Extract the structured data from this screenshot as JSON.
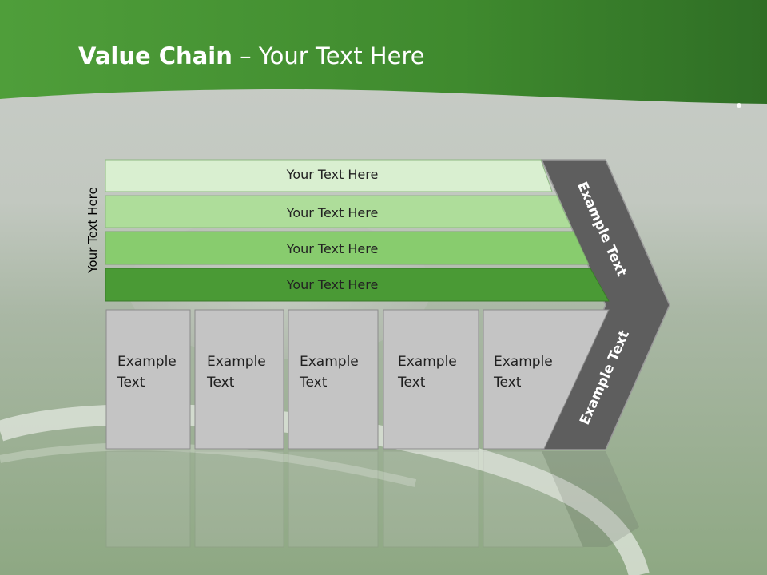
{
  "slide": {
    "title_bold": "Value Chain",
    "title_rest": " – Your Text Here",
    "side_label": "Your Text Here",
    "bars": [
      {
        "label": "Your Text Here",
        "color": "#d9efd0"
      },
      {
        "label": "Your Text Here",
        "color": "#aedd9a"
      },
      {
        "label": "Your Text Here",
        "color": "#88cc6e"
      },
      {
        "label": "Your Text Here",
        "color": "#4a9a35"
      }
    ],
    "boxes": [
      {
        "line1": "Example",
        "line2": "Text"
      },
      {
        "line1": "Example",
        "line2": "Text"
      },
      {
        "line1": "Example",
        "line2": "Text"
      },
      {
        "line1": "Example",
        "line2": "Text"
      },
      {
        "line1": "Example",
        "line2": "Text"
      }
    ],
    "chevron_top": "Example Text",
    "chevron_bottom": "Example Text"
  },
  "colors": {
    "header_green": "#3f8e2f",
    "field_green": "#7aa06a",
    "chevron_gray": "#5e5e5e",
    "box_gray": "#c4c4c4"
  }
}
